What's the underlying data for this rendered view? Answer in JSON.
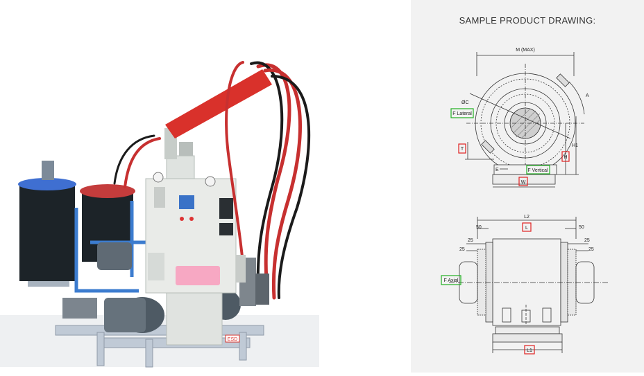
{
  "machine": {
    "brand_tag": "ESD",
    "accent_color": "#d9312b",
    "cabinet_color": "#e9ebe8",
    "frame_color": "#b9c4d2",
    "tank_color": "#1c2328",
    "redacted_label_color": "#f7a8c3"
  },
  "drawing": {
    "heading": "SAMPLE PRODUCT DRAWING:",
    "top_view": {
      "m_max": "M (MAX)",
      "a": "A",
      "dia_c": "ØC",
      "f_lateral": "F Lateral",
      "t": "T",
      "e": "E",
      "f_vertical": "F Vertical",
      "w": "W",
      "h": "H",
      "h1": "H1"
    },
    "side_view": {
      "l2": "L2",
      "l": "L",
      "dim_50_left": "50",
      "dim_50_right": "50",
      "dim_25_left_top": "25",
      "dim_25_left_bottom": "25",
      "dim_25_right_top": "25",
      "dim_25_right_bottom": "25",
      "f_axial": "F Axial",
      "l1": "L1"
    },
    "label_colors": {
      "red_box": "#e02020",
      "green_box": "#20b020",
      "line": "#333333"
    }
  }
}
